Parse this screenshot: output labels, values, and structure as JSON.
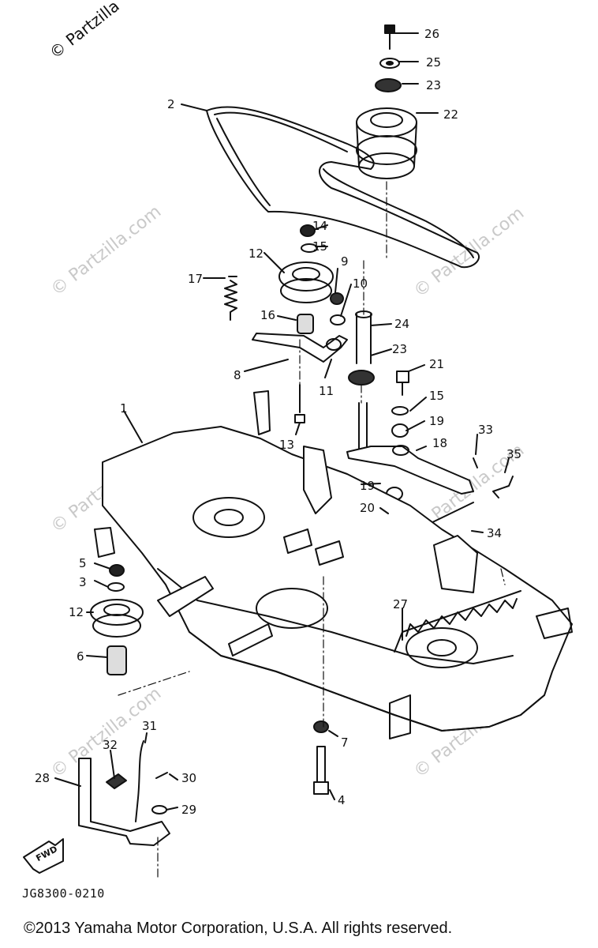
{
  "watermarks": {
    "corner": "© Partzilla",
    "tiled": [
      "© Partzilla.com",
      "© Partzilla.com",
      "© Partzilla.com",
      "© Partzilla.com",
      "© Partzilla.com",
      "© Partzilla.com"
    ]
  },
  "direction_label": "FWD",
  "diagram_id": "JG8300-0210",
  "copyright": "©2013  Yamaha Motor Corporation, U.S.A. All rights reserved.",
  "callouts": [
    "26",
    "25",
    "23",
    "2",
    "22",
    "14",
    "15",
    "12",
    "9",
    "17",
    "10",
    "16",
    "24",
    "8",
    "11",
    "23",
    "21",
    "15",
    "19",
    "13",
    "1",
    "33",
    "18",
    "35",
    "19",
    "20",
    "34",
    "5",
    "3",
    "12",
    "27",
    "6",
    "7",
    "31",
    "32",
    "30",
    "28",
    "29",
    "4"
  ]
}
